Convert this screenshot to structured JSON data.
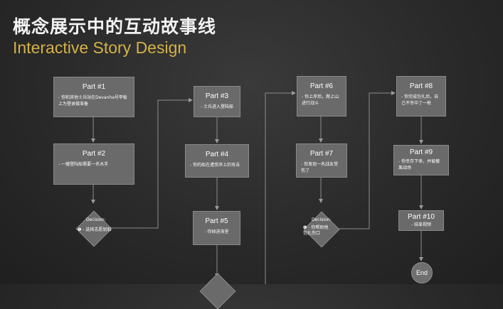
{
  "header": {
    "title_cn": "概念展示中的互动故事线",
    "title_en": "Interactive Story Design"
  },
  "nodes": {
    "p1": {
      "title": "Part #1",
      "desc": "- 你和其他士兵站在Devanha号甲板上为登录做准备"
    },
    "p2": {
      "title": "Part #2",
      "desc": "- 一艘登陆船需要一名水手"
    },
    "p3": {
      "title": "Part #3",
      "desc": "- 士兵进入登陆船"
    },
    "p4": {
      "title": "Part #4",
      "desc": "- 你的船在遭受岸上的攻击"
    },
    "p5": {
      "title": "Part #5",
      "desc": "- 你掉进海里"
    },
    "p6": {
      "title": "Part #6",
      "desc": "- 你上岸后，爬上山进行战斗"
    },
    "p7": {
      "title": "Part #7",
      "desc": "- 你发现一名战友受伤了"
    },
    "p8": {
      "title": "Part #8",
      "desc": "- 你完成包扎后，自己不幸中了一枪"
    },
    "p9": {
      "title": "Part #9",
      "desc": "- 你幸存下来，并被撤离战场"
    },
    "p10": {
      "title": "Part #10",
      "desc": "- 结束视频"
    }
  },
  "decisions": {
    "d1": {
      "label": "Decision:",
      "option": "❶ - 选择志愿划船"
    },
    "d2": {
      "label": "Decision:",
      "option": "❶ - 你帮助他包扎伤口"
    }
  },
  "end": {
    "label": "End"
  }
}
